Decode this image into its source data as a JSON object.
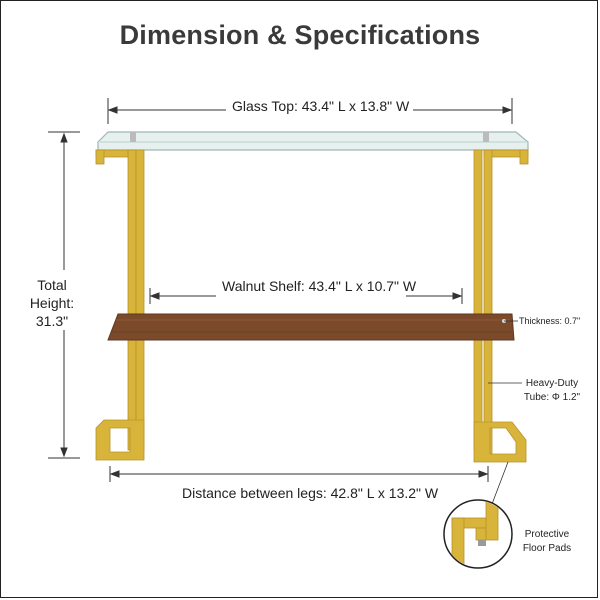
{
  "title": "Dimension & Specifications",
  "labels": {
    "glass_top": "Glass Top: 43.4\" L x 13.8\" W",
    "walnut_shelf": "Walnut Shelf: 43.4\" L x 10.7\" W",
    "legs_distance": "Distance between legs: 42.8\" L x 13.2\" W",
    "total_height_line1": "Total",
    "total_height_line2": "Height:",
    "total_height_line3": "31.3\"",
    "thickness": "Thickness: 0.7\"",
    "tube_line1": "Heavy-Duty",
    "tube_line2": "Tube: Φ 1.2\"",
    "pads_line1": "Protective",
    "pads_line2": "Floor Pads"
  },
  "colors": {
    "frame_gold": "#d9b43a",
    "frame_gold_dark": "#b8932a",
    "walnut": "#7a4a2b",
    "glass": "#e6f0ef",
    "glass_edge": "#9fb8b4",
    "dim_line": "#333333"
  }
}
